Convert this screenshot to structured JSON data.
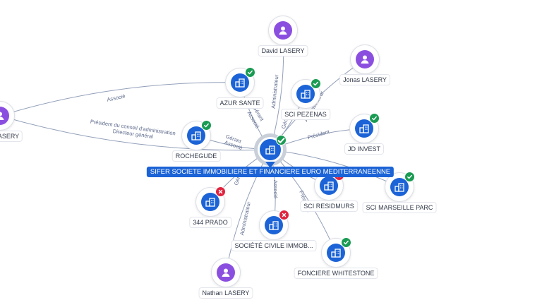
{
  "center": {
    "name": "SIFER SOCIETE IMMOBILIERE ET FINANCIERE EURO MEDITERRANEENNE",
    "icon": "building-icon",
    "status": "active"
  },
  "nodes": [
    {
      "id": "david",
      "name": "David LASERY",
      "kind": "person",
      "icon": "person-icon"
    },
    {
      "id": "jonas",
      "name": "Jonas LASERY",
      "kind": "person",
      "icon": "person-icon"
    },
    {
      "id": "left_person",
      "name": "ASERY",
      "kind": "person",
      "icon": "person-icon"
    },
    {
      "id": "azur",
      "name": "AZUR SANTE",
      "kind": "company",
      "icon": "building-icon",
      "status": "active"
    },
    {
      "id": "pezenas",
      "name": "SCI PEZENAS",
      "kind": "company",
      "icon": "building-icon",
      "status": "active"
    },
    {
      "id": "jd",
      "name": "JD INVEST",
      "kind": "company",
      "icon": "building-icon",
      "status": "active"
    },
    {
      "id": "rochegude",
      "name": "ROCHEGUDE",
      "kind": "company",
      "icon": "building-icon",
      "status": "active"
    },
    {
      "id": "residmurs",
      "name": "SCI RESIDMURS",
      "kind": "company",
      "icon": "building-icon",
      "status": "closed"
    },
    {
      "id": "marseille",
      "name": "SCI MARSEILLE PARC",
      "kind": "company",
      "icon": "building-icon",
      "status": "active"
    },
    {
      "id": "prado",
      "name": "344 PRADO",
      "kind": "company",
      "icon": "building-icon",
      "status": "closed"
    },
    {
      "id": "civile",
      "name": "SOCIÉTÉ CIVILE IMMOB...",
      "kind": "company",
      "icon": "building-icon",
      "status": "closed"
    },
    {
      "id": "whitestone",
      "name": "FONCIERE WHITESTONE",
      "kind": "company",
      "icon": "building-icon",
      "status": "active"
    },
    {
      "id": "nathan",
      "name": "Nathan LASERY",
      "kind": "person",
      "icon": "person-icon"
    }
  ],
  "edges": [
    {
      "from": "david",
      "to": "center",
      "labels": [
        "Administrateur"
      ]
    },
    {
      "from": "azur",
      "to": "center",
      "labels": [
        "Gérant",
        "Associé"
      ]
    },
    {
      "from": "pezenas",
      "to": "center",
      "labels": [
        "Gérant"
      ]
    },
    {
      "from": "jonas",
      "to": "center",
      "labels": [
        "Administrateur"
      ]
    },
    {
      "from": "center",
      "to": "jd",
      "labels": [
        "Président"
      ]
    },
    {
      "from": "rochegude",
      "to": "center",
      "labels": [
        "Gérant",
        "Associé"
      ]
    },
    {
      "from": "left_person",
      "to": "azur",
      "labels": [
        "Associé"
      ]
    },
    {
      "from": "left_person",
      "to": "center",
      "labels": [
        "Président du conseil d'administration",
        "Directeur général"
      ]
    },
    {
      "from": "prado",
      "to": "center",
      "labels": [
        "Gérant"
      ]
    },
    {
      "from": "civile",
      "to": "center",
      "labels": [
        "Associé"
      ]
    },
    {
      "from": "nathan",
      "to": "center",
      "labels": [
        "Administrateur"
      ]
    },
    {
      "from": "whitestone",
      "to": "center",
      "labels": [
        "Président"
      ]
    },
    {
      "from": "residmurs",
      "to": "center",
      "labels": []
    },
    {
      "from": "marseille",
      "to": "center",
      "labels": []
    }
  ],
  "colors": {
    "company": "#1b63d6",
    "person": "#8b4fe0",
    "active": "#1a9b53",
    "closed": "#e0243f",
    "edge": "#93a0ba"
  }
}
